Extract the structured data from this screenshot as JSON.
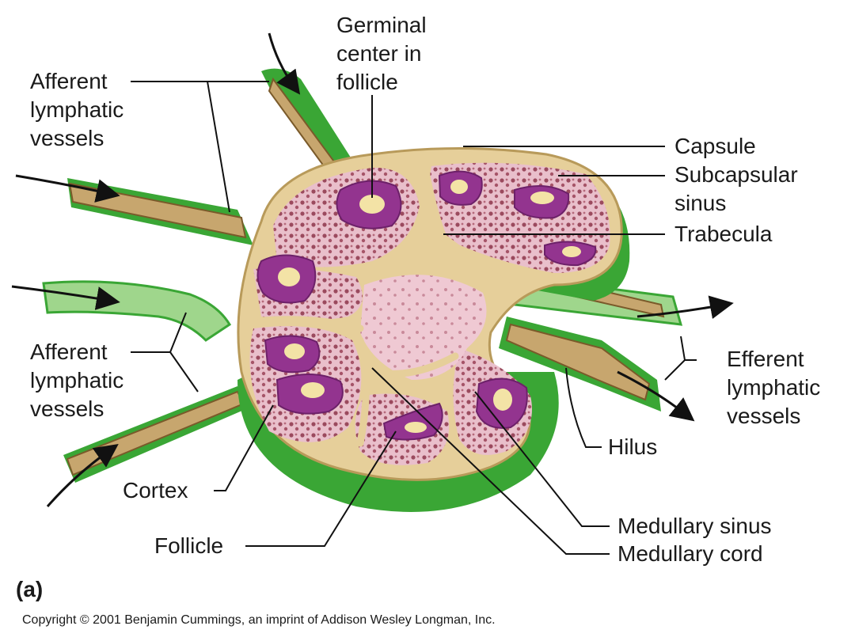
{
  "labels": {
    "germinal": [
      "Germinal",
      "center in",
      "follicle"
    ],
    "afferent_top": [
      "Afferent",
      "lymphatic",
      "vessels"
    ],
    "afferent_bottom": [
      "Afferent",
      "lymphatic",
      "vessels"
    ],
    "capsule": "Capsule",
    "subcapsular": [
      "Subcapsular",
      "sinus"
    ],
    "trabecula": "Trabecula",
    "efferent": [
      "Efferent",
      "lymphatic",
      "vessels"
    ],
    "hilus": "Hilus",
    "cortex": "Cortex",
    "follicle": "Follicle",
    "medullary_sinus": "Medullary sinus",
    "medullary_cord": "Medullary cord"
  },
  "panel_label": "(a)",
  "copyright": "Copyright © 2001 Benjamin Cummings, an imprint of Addison Wesley Longman, Inc.",
  "colors": {
    "capsule_green": "#3aa635",
    "light_green": "#9fd68c",
    "capsule_tan": "#e6cf9a",
    "cortex_pink": "#e7b6c4",
    "tissue_dots": "#9b4a5e",
    "follicle_purple": "#93348f",
    "germinal_yellow": "#f3e3a6",
    "vessel_tan": "#c7a66e"
  }
}
